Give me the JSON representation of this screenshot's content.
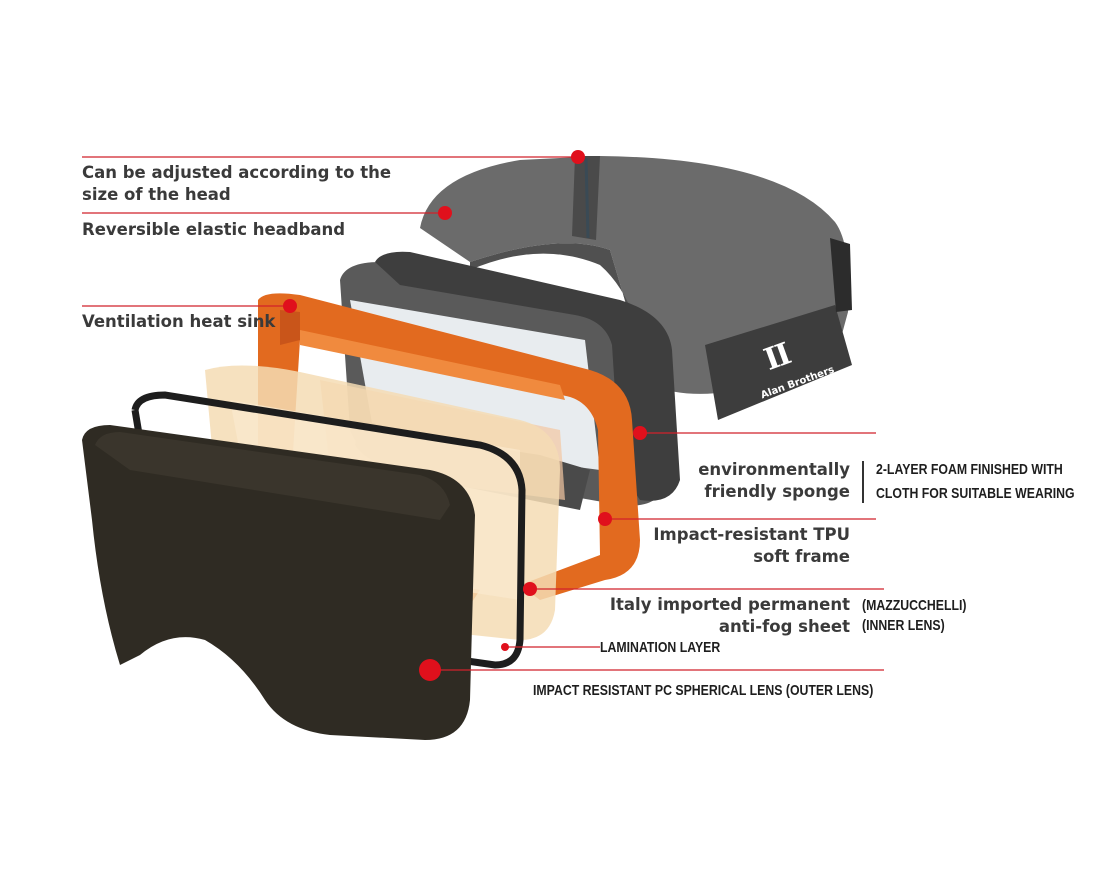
{
  "diagram": {
    "brand": {
      "logo_name": "Alan Brothers"
    },
    "colors": {
      "callout_line": "#d1222b",
      "callout_dot": "#e0101c",
      "lens": "#2f2b23",
      "frame": "#e26a1f",
      "foam": "#4f4f4f",
      "strap": "#6b6b6b"
    },
    "labels": {
      "head_adjust_line1": "Can be adjusted according to the",
      "head_adjust_line2": "size of the head",
      "headband": "Reversible elastic headband",
      "ventilation": "Ventilation heat sink",
      "sponge_line1": "environmentally",
      "sponge_line2": "friendly sponge",
      "foam_line1": "2-LAYER FOAM FINISHED WITH",
      "foam_line2": "CLOTH FOR SUITABLE WEARING",
      "tpu_line1": "Impact-resistant TPU",
      "tpu_line2": "soft frame",
      "antifog_line1": "Italy imported permanent",
      "antifog_line2": "anti-fog sheet",
      "inner_line1": "(MAZZUCCHELLI)",
      "inner_line2": "(INNER LENS)",
      "lamination": "LAMINATION LAYER",
      "outer_lens": "IMPACT RESISTANT PC SPHERICAL LENS (OUTER LENS)"
    }
  }
}
